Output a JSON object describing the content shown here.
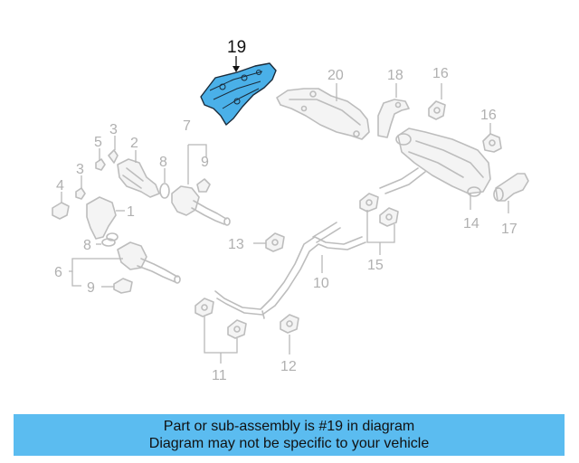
{
  "diagram": {
    "highlight_color": "#4ab0e8",
    "highlighted_part": "19",
    "callouts": {
      "c1": "1",
      "c2": "2",
      "c3a": "3",
      "c3b": "3",
      "c4": "4",
      "c5": "5",
      "c6": "6",
      "c7": "7",
      "c8a": "8",
      "c8b": "8",
      "c9a": "9",
      "c9b": "9",
      "c10": "10",
      "c11": "11",
      "c12": "12",
      "c13": "13",
      "c14": "14",
      "c15": "15",
      "c16a": "16",
      "c16b": "16",
      "c17": "17",
      "c18": "18",
      "c19": "19",
      "c20": "20"
    }
  },
  "banner": {
    "color": "#5bbcf0",
    "line1": "Part or sub-assembly is #19 in diagram",
    "line2": "Diagram may not be specific to your vehicle"
  }
}
